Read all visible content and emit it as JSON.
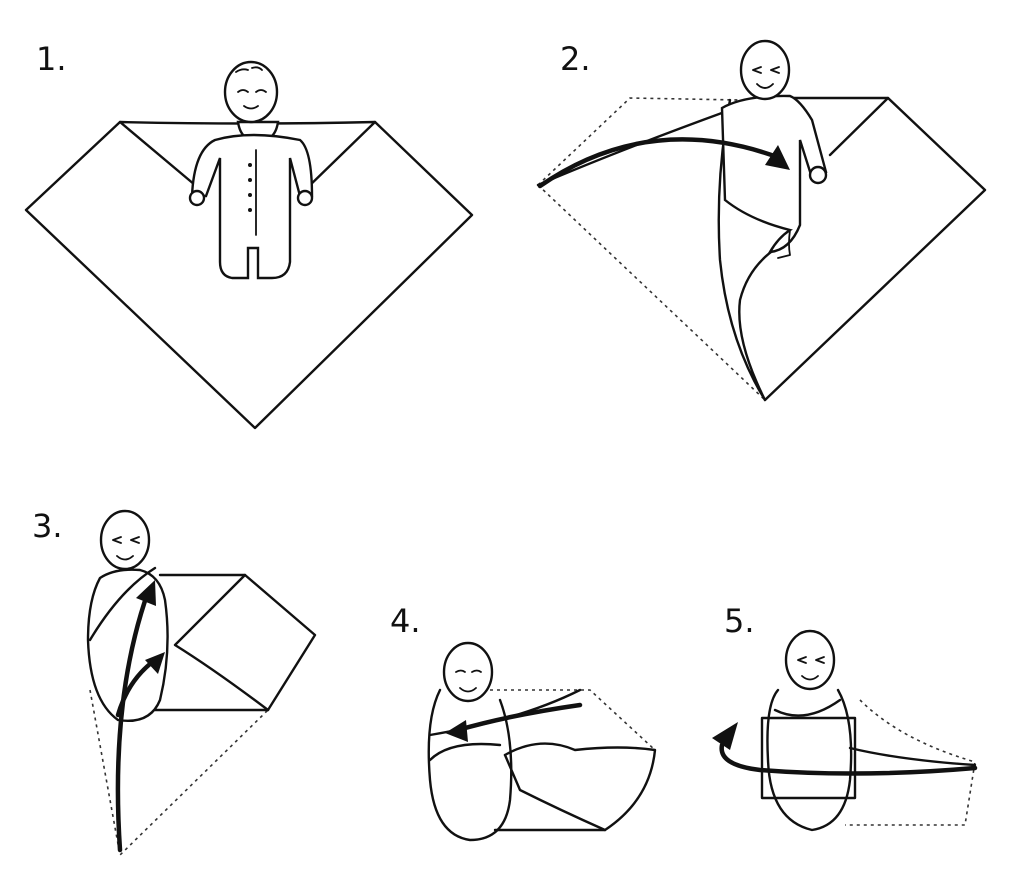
{
  "steps": [
    {
      "label": "1."
    },
    {
      "label": "2."
    },
    {
      "label": "3."
    },
    {
      "label": "4."
    },
    {
      "label": "5."
    }
  ]
}
